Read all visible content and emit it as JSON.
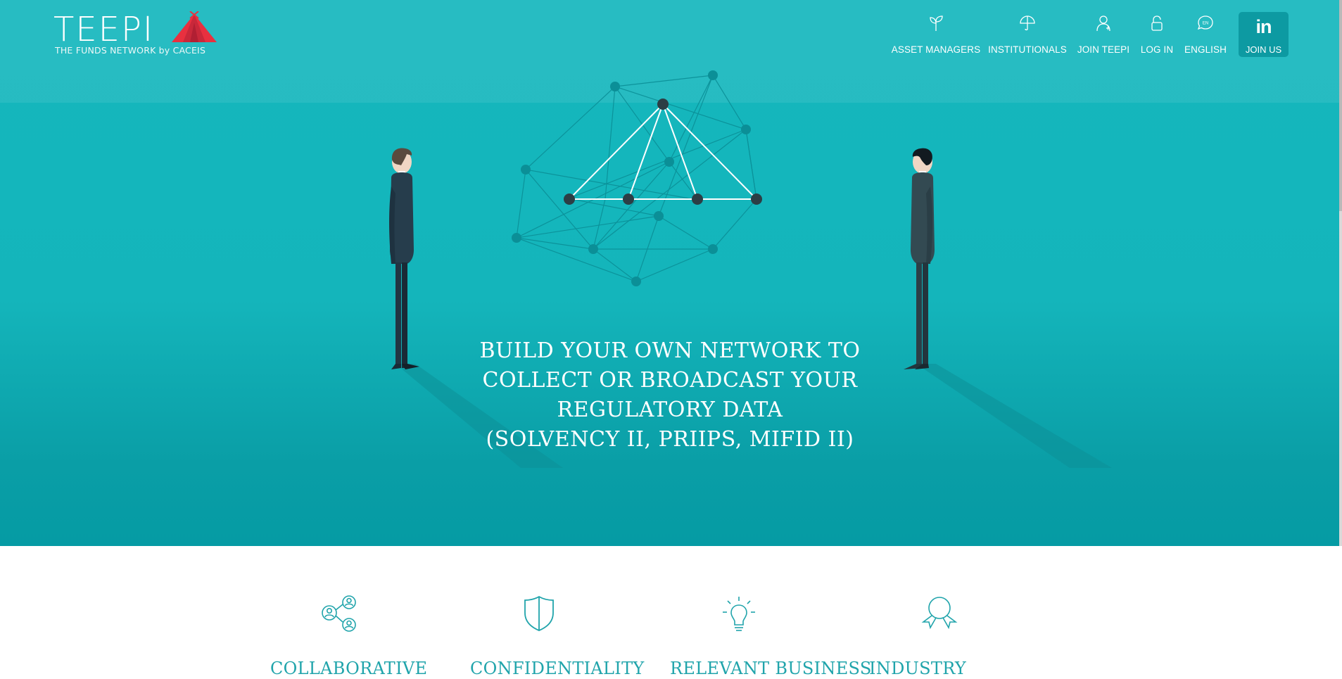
{
  "brand": {
    "name": "TEEPI",
    "tagline": "THE FUNDS NETWORK by CACEIS",
    "tent_color": "#e8303f"
  },
  "nav": {
    "items": [
      {
        "label": "ASSET MANAGERS",
        "icon": "sprout-icon"
      },
      {
        "label": "INSTITUTIONALS",
        "icon": "umbrella-icon"
      },
      {
        "label": "JOIN TEEPI",
        "icon": "user-add-icon"
      },
      {
        "label": "LOG IN",
        "icon": "lock-icon"
      },
      {
        "label": "ENGLISH",
        "icon": "language-bubble-icon"
      }
    ],
    "language_badge": "EN",
    "join_us": {
      "glyph": "in",
      "label": "JOIN US",
      "icon": "linkedin-icon"
    }
  },
  "hero": {
    "headline_lines": [
      "BUILD YOUR OWN NETWORK TO",
      "COLLECT OR BROADCAST YOUR",
      "REGULATORY DATA",
      "(SOLVENCY II, PRIIPS, MIFID II)"
    ]
  },
  "features": [
    {
      "title": "COLLABORATIVE",
      "icon": "people-network-icon"
    },
    {
      "title": "CONFIDENTIALITY",
      "icon": "shield-icon"
    },
    {
      "title": "RELEVANT BUSINESS",
      "icon": "lightbulb-icon"
    },
    {
      "title": "INDUSTRY",
      "icon": "award-ribbon-icon"
    }
  ],
  "colors": {
    "hero_top": "#15b7bd",
    "hero_bottom": "#059ba4",
    "accent": "#20a4ab",
    "join_button": "#0d9aa2",
    "white": "#ffffff"
  }
}
